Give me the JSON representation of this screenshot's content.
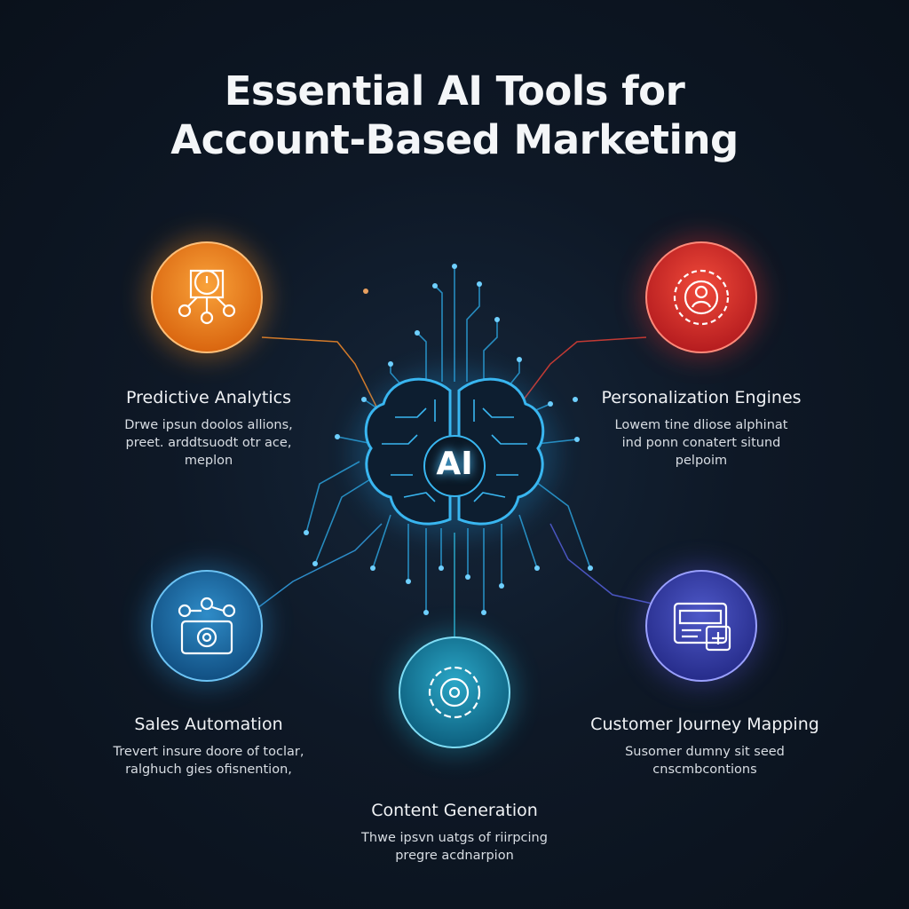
{
  "title": {
    "line1": "Essential AI Tools for",
    "line2": "Account-Based Marketing"
  },
  "center": {
    "label": "AI"
  },
  "tools": [
    {
      "name": "Predictive Analytics",
      "desc": [
        "Drwe ipsun doolos allions,",
        "preet. arddtsuodt otr ace,",
        "meplon"
      ],
      "color": "#f08a24",
      "icon": "analytics-icon"
    },
    {
      "name": "Personalization Engines",
      "desc": [
        "Lowem tine dliose alphinat",
        "ind ponn conatert sitund",
        "pelpoim"
      ],
      "color": "#e0322f",
      "icon": "personalization-icon"
    },
    {
      "name": "Sales Automation",
      "desc": [
        "Trevert insure doore of toclar,",
        "ralghuch gies ofisnention,"
      ],
      "color": "#2b8fd0",
      "icon": "automation-icon"
    },
    {
      "name": "Customer Journey Mapping",
      "desc": [
        "Susomer dumny sit seed",
        "cnscmbcontions"
      ],
      "color": "#4f4fc8",
      "icon": "journey-map-icon"
    },
    {
      "name": "Content Generation",
      "desc": [
        "Thwe ipsvn uatgs of riirpcing",
        "pregre acdnarpion"
      ],
      "color": "#1fa6c8",
      "icon": "content-icon"
    }
  ]
}
